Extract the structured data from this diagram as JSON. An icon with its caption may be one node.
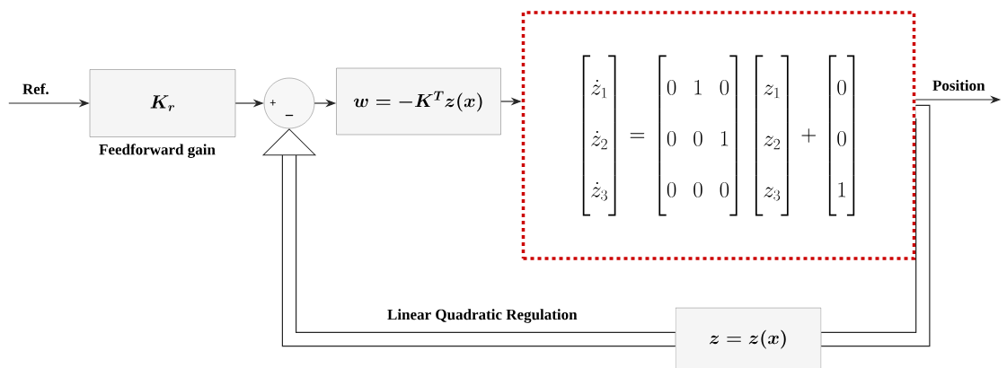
{
  "diagram": {
    "nodes": [
      {
        "text": [
          "K_r"
        ],
        "beside": [
          "Feedforward gain"
        ]
      },
      {
        "text": [
          "+",
          "−"
        ]
      },
      {
        "text": [
          "w=-K^{T}z(x)"
        ]
      },
      {
        "text": [
          "\\begin{bmatrix}\\dot{z}_1\\\\ \\dot{z}_2\\\\ \\dot{z}_3\\end{bmatrix}=\\begin{bmatrix}0&1&0\\\\ 0&0&1\\\\ 0&0&0\\end{bmatrix}\\begin{bmatrix}z_1\\\\ z_2\\\\ z_3\\end{bmatrix}+\\begin{bmatrix}0\\\\ 0\\\\ 1\\end{bmatrix}"
        ]
      },
      {
        "text": [
          "z=z(x)"
        ]
      }
    ],
    "edges": [
      {
        "from": null,
        "to": 0,
        "arrow": "to",
        "label": "Ref."
      },
      {
        "from": 0,
        "to": 1,
        "arrow": "to"
      },
      {
        "from": 1,
        "to": 2,
        "arrow": "to"
      },
      {
        "from": 2,
        "to": 3,
        "arrow": "to"
      },
      {
        "from": 3,
        "to": null,
        "arrow": "to",
        "label": "Position"
      },
      {
        "from": 3,
        "to": 4,
        "arrow": "none",
        "style": "thick"
      },
      {
        "from": 4,
        "to": 1,
        "arrow": "to",
        "style": "thick",
        "label": "Linear Quadratic Regulation"
      }
    ]
  }
}
